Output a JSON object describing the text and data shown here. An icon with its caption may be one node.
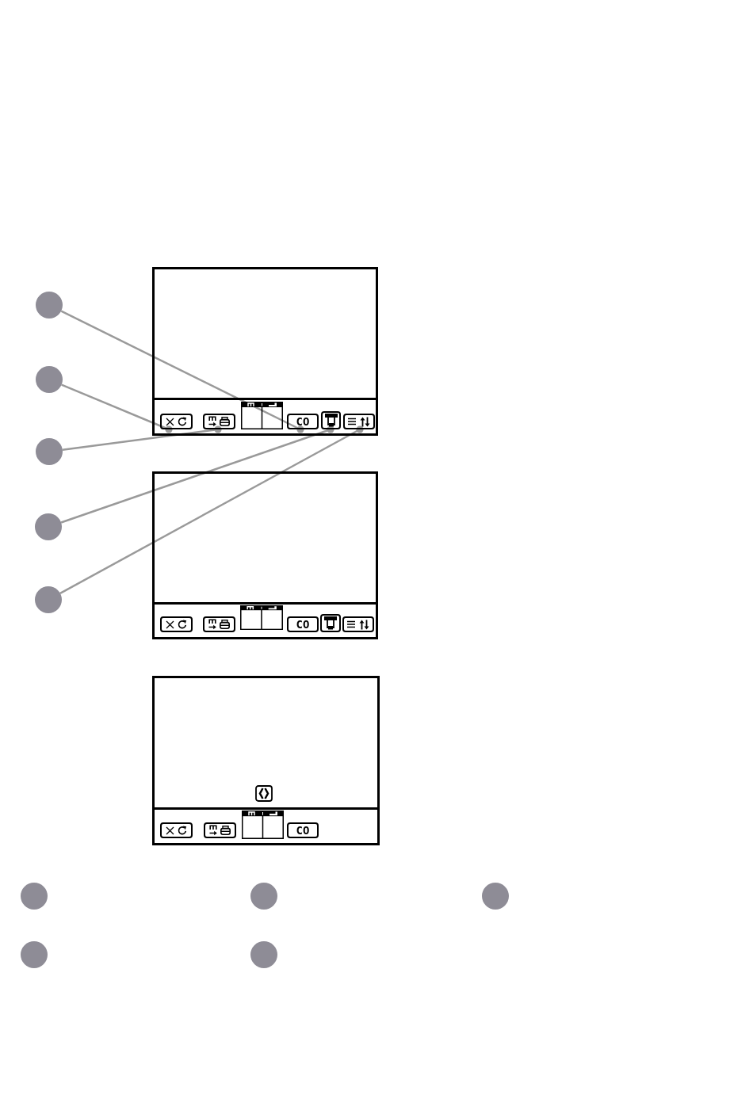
{
  "diagram": {
    "nodes": [
      {
        "text": [],
        "shape": "box"
      },
      {
        "text": [],
        "shape": "box",
        "in": 0
      },
      {
        "text": [],
        "shape": "box",
        "in": 0
      },
      {
        "text": [
          "CO"
        ],
        "in": 0
      },
      {
        "text": [],
        "shape": "box",
        "in": 0
      },
      {
        "text": [],
        "shape": "box",
        "in": 0
      },
      {
        "text": [],
        "shape": "circle"
      },
      {
        "text": [],
        "shape": "circle"
      },
      {
        "text": [],
        "shape": "circle"
      },
      {
        "text": [],
        "shape": "circle"
      },
      {
        "text": [],
        "shape": "circle"
      },
      {
        "text": [],
        "shape": "box"
      },
      {
        "text": [
          "CO"
        ],
        "in": 11
      },
      {
        "text": [],
        "shape": "box"
      },
      {
        "text": [
          "CO"
        ],
        "in": 13
      },
      {
        "text": [],
        "shape": "circle"
      },
      {
        "text": [],
        "shape": "circle"
      },
      {
        "text": [],
        "shape": "circle"
      },
      {
        "text": [],
        "shape": "circle"
      },
      {
        "text": [],
        "shape": "circle"
      }
    ],
    "edges": [
      {
        "from": 6,
        "to": 3,
        "arrow": "other"
      },
      {
        "from": 7,
        "to": 1,
        "arrow": "other"
      },
      {
        "from": 8,
        "to": 2,
        "arrow": "other"
      },
      {
        "from": 9,
        "to": 4,
        "arrow": "other"
      },
      {
        "from": 10,
        "to": 5,
        "arrow": "other"
      }
    ]
  }
}
